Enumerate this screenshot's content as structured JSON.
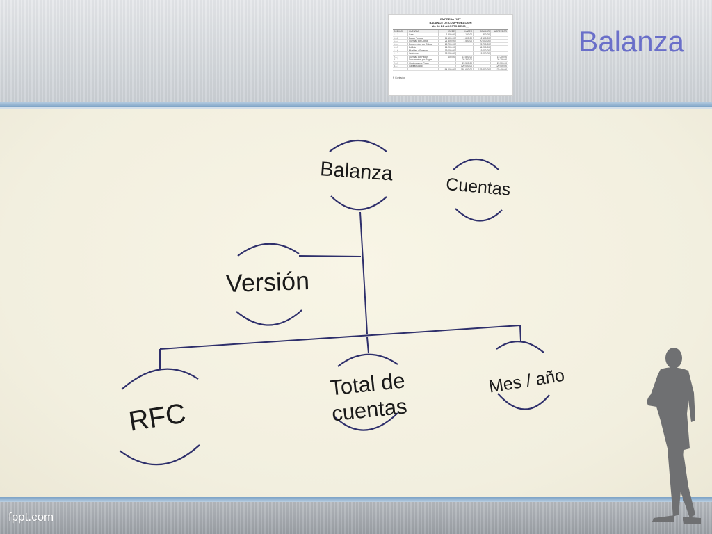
{
  "slide": {
    "title": "Balanza",
    "footer": "fppt.com"
  },
  "thumbnail": {
    "header_lines": [
      "EMPRESA \"XT\"",
      "BALANCE DE COMPROBACION",
      "AL 08 DE AGOSTO DE 20__"
    ],
    "columns": [
      "CODIGO",
      "CUENTAS",
      "DEBE",
      "HABER",
      "DEUDOR",
      "ACREEDOR"
    ],
    "rows": [
      [
        "1.1.1",
        "Caja",
        "1 500.00",
        "1 100.00",
        "300.00",
        ""
      ],
      [
        "1.1.2",
        "Banco Popular",
        "14 100.00",
        "1 600.00",
        "12 100.00",
        ""
      ],
      [
        "1.1.3",
        "Cuentas por Cobrar",
        "21 500.00",
        "1 500.00",
        "20 000.00",
        ""
      ],
      [
        "1.1.4",
        "Documentos por Cobrar",
        "25 700.00",
        "",
        "25 700.00",
        ""
      ],
      [
        "1.1.5",
        "Edificio",
        "86 200.00",
        "",
        "86 200.00",
        ""
      ],
      [
        "1.1.6",
        "Muebles y Enseres",
        "19 000.00",
        "",
        "19 000.00",
        ""
      ],
      [
        "1.1.7",
        "Vehículos",
        "15 000.00",
        "",
        "15 000.00",
        ""
      ],
      [
        "2.1.1",
        "Cuentas por Pagar",
        "600.00",
        "15 800.00",
        "",
        "15 200.00"
      ],
      [
        "2.1.2",
        "Documentos por Pagar",
        "",
        "26 300.00",
        "",
        "26 300.00"
      ],
      [
        "2.1.3",
        "Hipotecas por Pagar",
        "",
        "23 500.00",
        "",
        "23 500.00"
      ],
      [
        "3.1.1",
        "Capital Social",
        "",
        "120 000.00",
        "",
        "120 000.00"
      ],
      [
        "",
        "",
        "184 600.00",
        "184 600.00",
        "179 400.00",
        "179 400.00"
      ]
    ],
    "signature": "f) Contador"
  },
  "diagram": {
    "nodes": {
      "balanza": "Balanza",
      "cuentas": "Cuentas",
      "version": "Versión",
      "rfc": "RFC",
      "total_line1": "Total de",
      "total_line2": "cuentas",
      "mes_anio": "Mes / año"
    },
    "colors": {
      "connector": "#2e2f6b",
      "node_arc": "#2e2f6b",
      "title": "#6a6fc9"
    }
  }
}
